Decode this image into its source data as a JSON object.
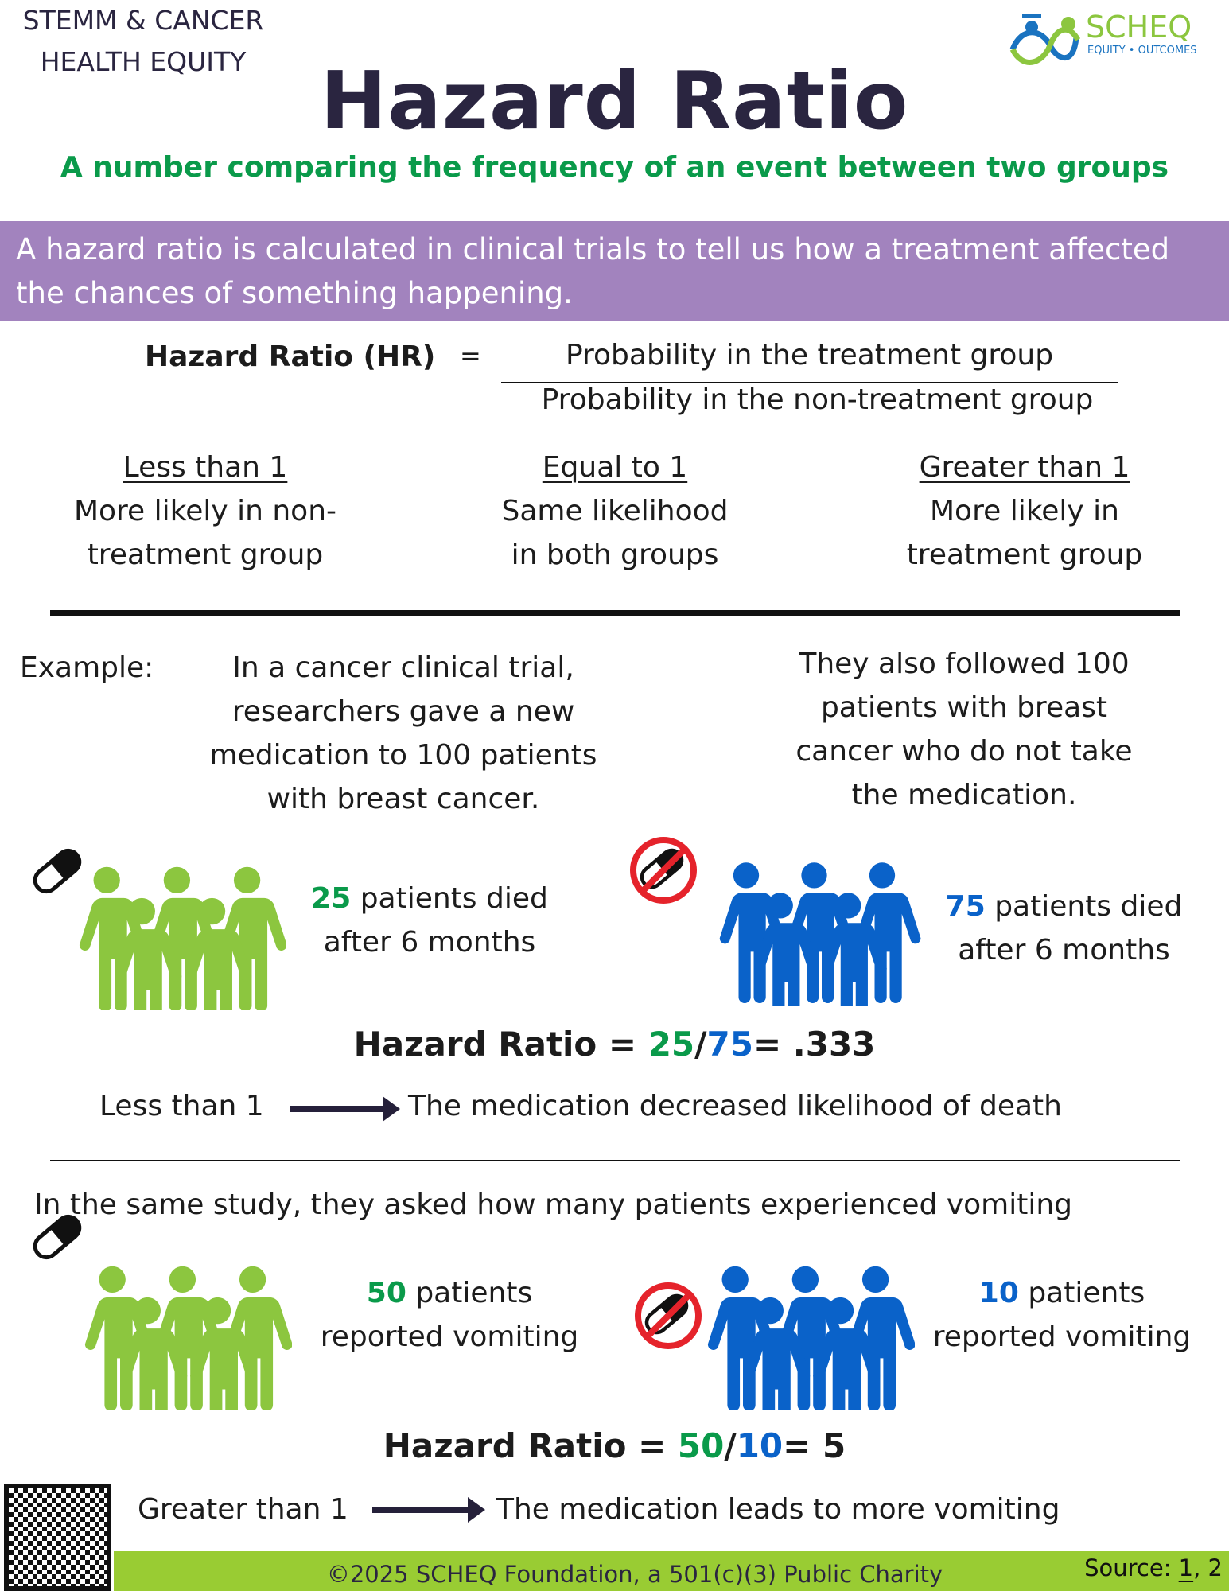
{
  "header": {
    "org_line1": "STEMM & CANCER",
    "org_line2": "HEALTH EQUITY",
    "logo_name": "SCHEQ",
    "logo_tagline": "EQUITY • OUTCOMES",
    "title": "Hazard Ratio",
    "subtitle": "A number comparing the frequency of an event between two groups"
  },
  "intro": "A hazard ratio is calculated in clinical trials to tell us how a treatment affected the chances of something happening.",
  "formula": {
    "label": "Hazard Ratio (HR)",
    "equals": "=",
    "numerator": "Probability in the treatment group",
    "denominator": "Probability in the non-treatment group"
  },
  "meanings": [
    {
      "heading": "Less than 1",
      "line1": "More likely in non-",
      "line2": "treatment group"
    },
    {
      "heading": "Equal to 1",
      "line1": "Same likelihood",
      "line2": "in both groups"
    },
    {
      "heading": "Greater than 1",
      "line1": "More likely in",
      "line2": "treatment group"
    }
  ],
  "example": {
    "label": "Example:",
    "left": [
      "In a cancer clinical trial,",
      "researchers gave a new",
      "medication to 100 patients",
      "with breast cancer."
    ],
    "right": [
      "They also followed 100",
      "patients with breast",
      "cancer who do not take",
      "the medication."
    ]
  },
  "deaths": {
    "treated_count": "25",
    "treated_text": " patients died",
    "treated_line2": "after 6 months",
    "control_count": "75",
    "control_text": " patients died",
    "control_line2": "after 6 months",
    "hr_label": "Hazard Ratio = ",
    "hr_num": "25",
    "slash": "/",
    "hr_den": "75",
    "hr_result": "= .333",
    "conclusion_left": "Less than 1",
    "conclusion_right": "The medication decreased likelihood of death"
  },
  "vomiting": {
    "intro": "In the same study, they asked how many patients experienced vomiting",
    "treated_count": "50",
    "treated_text": " patients",
    "treated_line2": "reported vomiting",
    "control_count": "10",
    "control_text": " patients",
    "control_line2": "reported vomiting",
    "hr_label": "Hazard Ratio = ",
    "hr_num": "50",
    "slash": "/",
    "hr_den": "10",
    "hr_result": "= 5",
    "conclusion_left": "Greater than 1",
    "conclusion_right": "The medication leads to more vomiting"
  },
  "footer": {
    "copyright": "©2025 SCHEQ Foundation, a 501(c)(3) Public Charity",
    "source_label": "Source: ",
    "source_1": "1",
    "source_sep": ", ",
    "source_2": "2"
  },
  "colors": {
    "green": "#0a9a4a",
    "blue": "#0a62c9",
    "lime": "#99cc33",
    "purple": "#a283be",
    "navy": "#2a2540"
  }
}
